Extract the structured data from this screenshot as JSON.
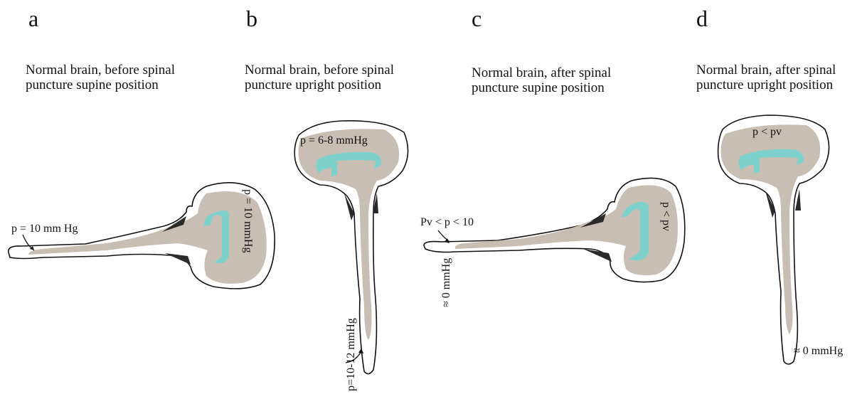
{
  "panels": [
    {
      "letter": "a",
      "caption_line1": "Normal brain, before spinal",
      "caption_line2": "puncture supine position",
      "labels": [
        "p = 10 mm Hg",
        "p = 10 mmHg"
      ]
    },
    {
      "letter": "b",
      "caption_line1": "Normal brain, before spinal",
      "caption_line2": "puncture upright position",
      "labels": [
        "p = 6-8 mmHg",
        "p=10-12 mmHg"
      ]
    },
    {
      "letter": "c",
      "caption_line1": "Normal brain, after spinal",
      "caption_line2": "puncture supine position",
      "labels": [
        "Pv < p < 10",
        "p < pv",
        "≈ 0 mmHg"
      ]
    },
    {
      "letter": "d",
      "caption_line1": "Normal brain, after spinal",
      "caption_line2": "puncture upright position",
      "labels": [
        "p < pv",
        "≈ 0 mmHg"
      ]
    }
  ],
  "colors": {
    "tissue": "#c8beb4",
    "ventricle": "#7fd1cb",
    "outline": "#111111",
    "dura": "#2a2a2a"
  }
}
